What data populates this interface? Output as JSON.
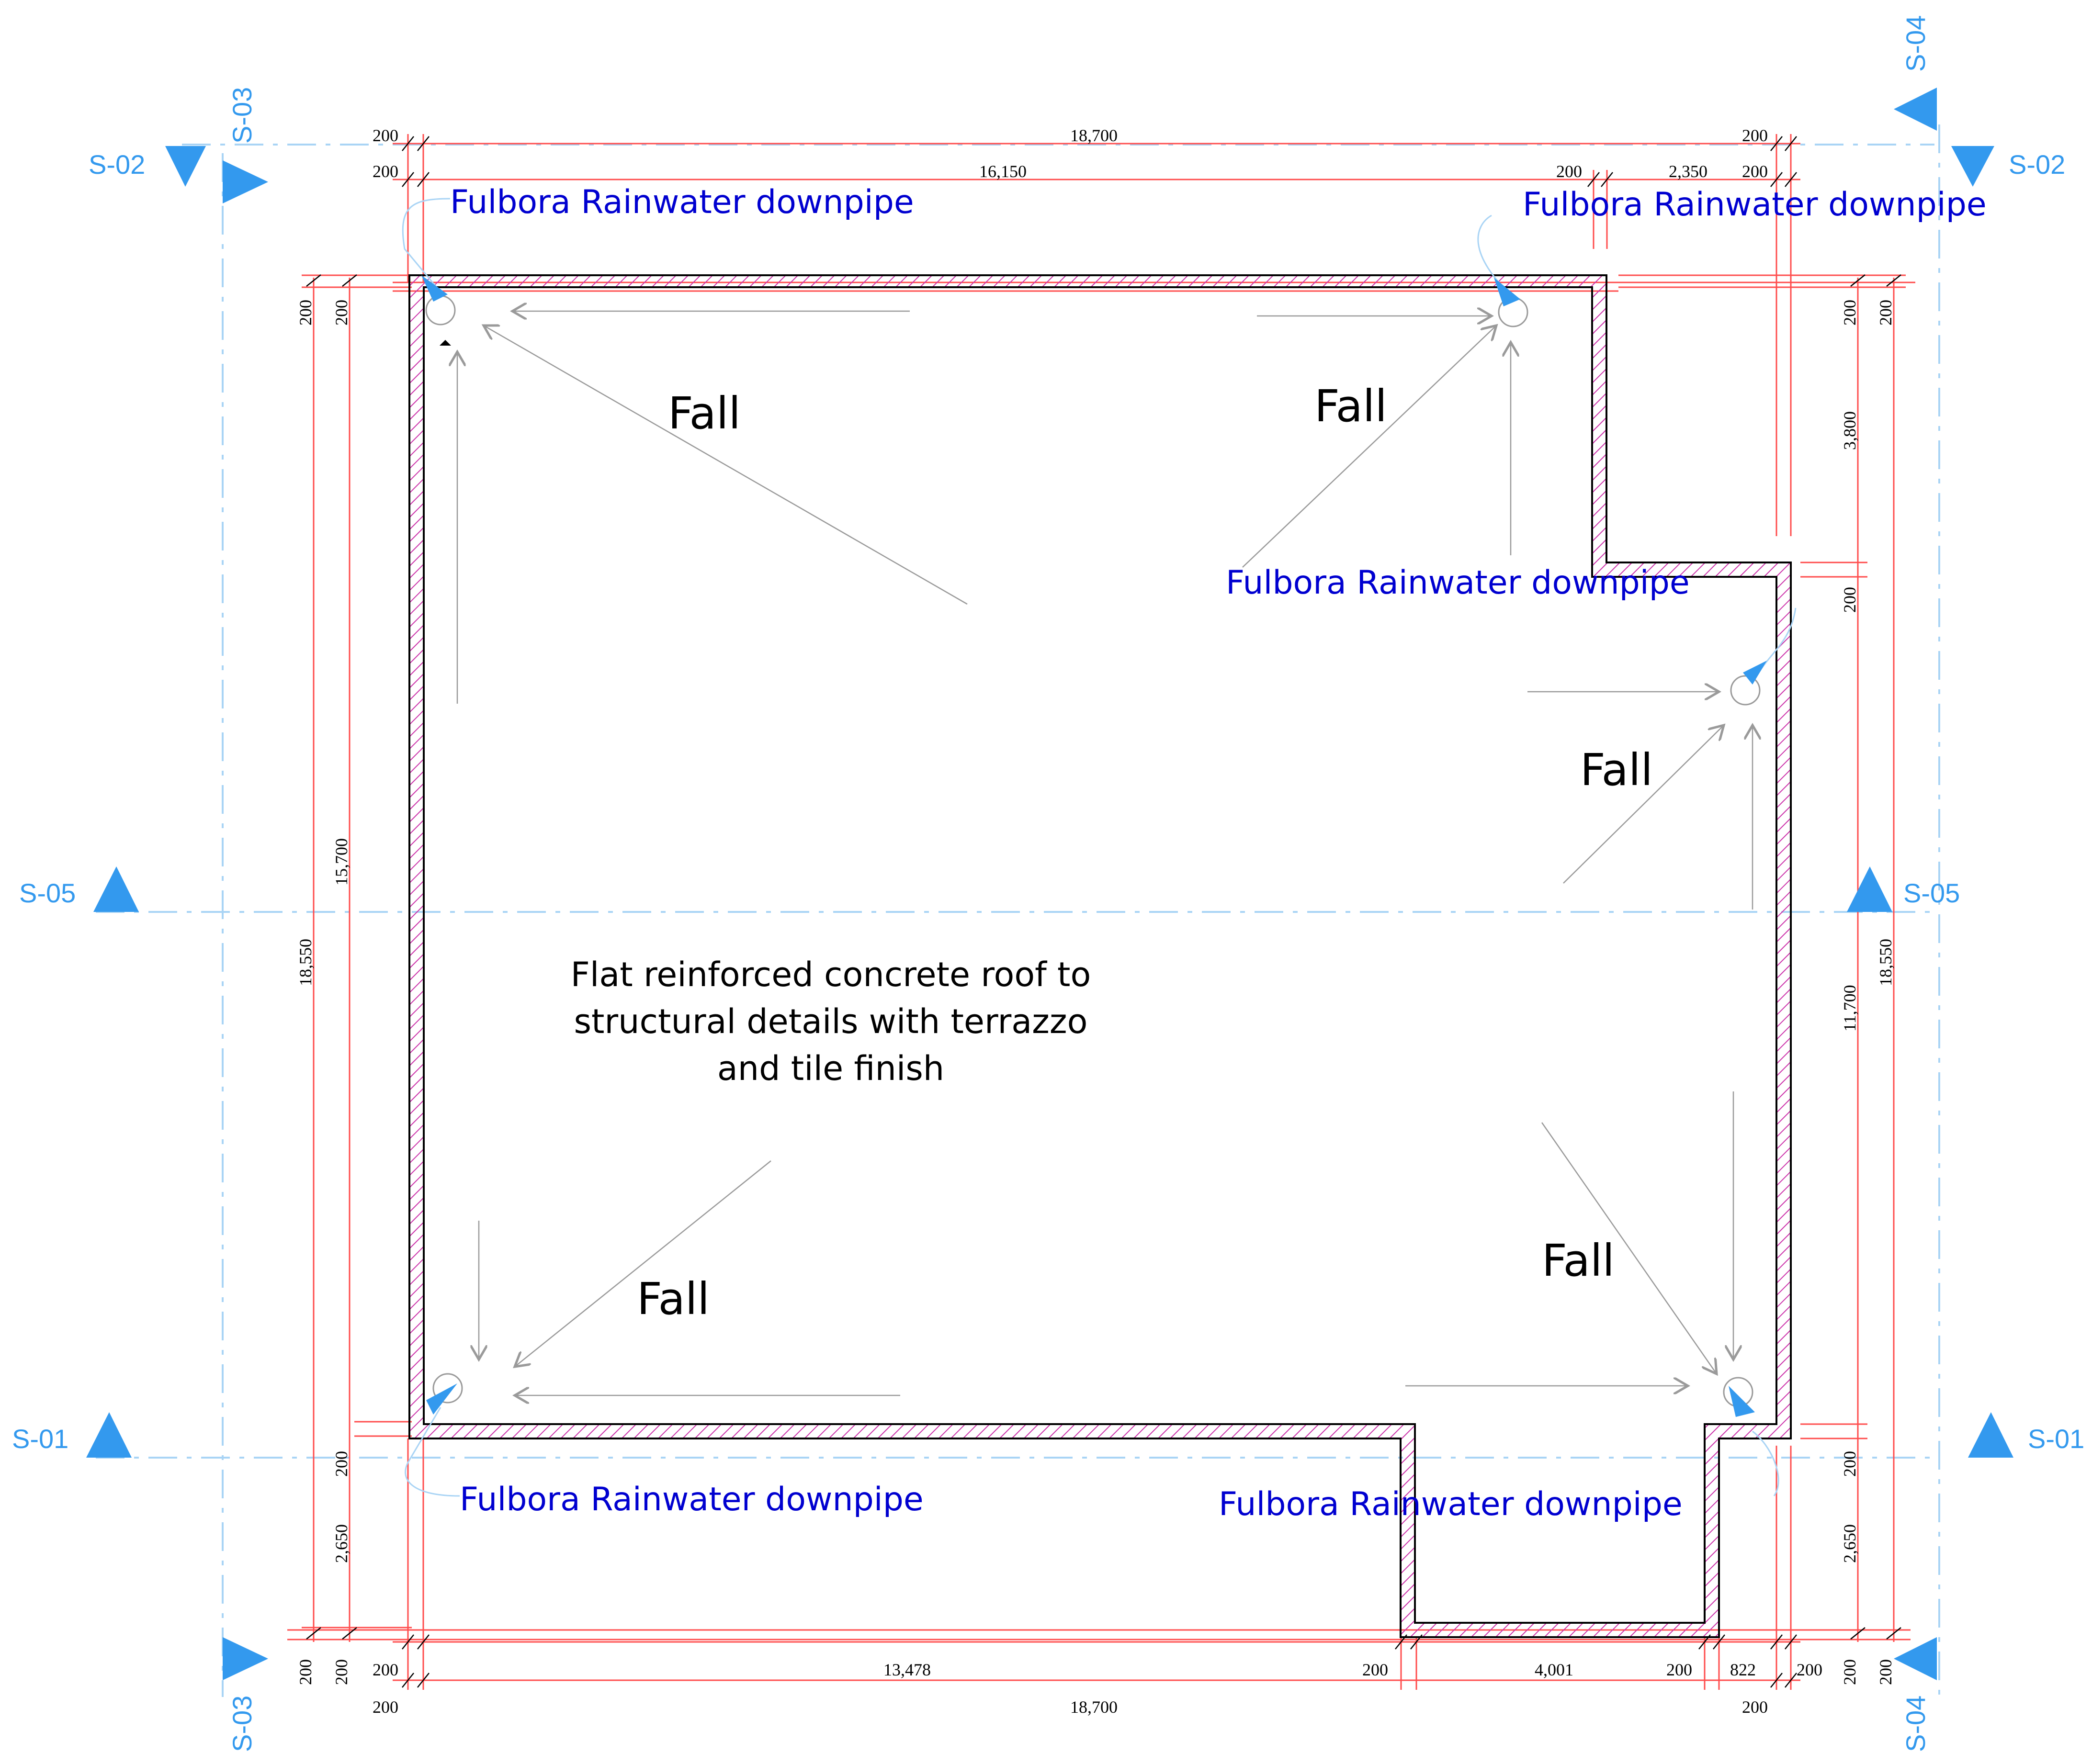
{
  "colors": {
    "dimension_line": "#ff4d4d",
    "section_marker": "#3399ee",
    "callout_text": "#0000d0",
    "wall_outline": "#000000",
    "wall_hatch": "#cc33aa",
    "fall_arrow": "#9a9a9a"
  },
  "sections": {
    "s01": "S-01",
    "s02": "S-02",
    "s03": "S-03",
    "s04": "S-04",
    "s05": "S-05"
  },
  "dimensions": {
    "top_outer_left": "200",
    "top_overall": "18,700",
    "top_outer_right": "200",
    "top_inner_left": "200",
    "top_main": "16,150",
    "top_inner_mid": "200",
    "top_step": "2,350",
    "top_inner_right": "200",
    "bottom_left": "200",
    "bottom_main": "13,478",
    "bottom_mid": "200",
    "bottom_notch": "4,001",
    "bottom_mid2": "200",
    "bottom_step": "822",
    "bottom_right": "200",
    "bottom_outer_left": "200",
    "bottom_overall": "18,700",
    "bottom_outer_right": "200",
    "left_top_outer": "200",
    "left_top_inner": "200",
    "left_overall": "18,550",
    "left_main": "15,700",
    "left_bottom_inner": "200",
    "left_bottom_offset": "2,650",
    "left_bottom_outer": "200",
    "left_bottom_outer2": "200",
    "right_top_inner": "200",
    "right_top_outer": "200",
    "right_step": "3,800",
    "right_step_wall": "200",
    "right_main": "11,700",
    "right_overall": "18,550",
    "right_bottom_inner": "200",
    "right_bottom_offset": "2,650",
    "right_bottom_inner2": "200",
    "right_bottom_outer": "200"
  },
  "callouts": {
    "downpipe": "Fulbora Rainwater downpipe"
  },
  "falls": {
    "label": "Fall"
  },
  "roof_note": {
    "line1": "Flat reinforced concrete roof to",
    "line2": "structural details with terrazzo",
    "line3": "and tile finish"
  }
}
